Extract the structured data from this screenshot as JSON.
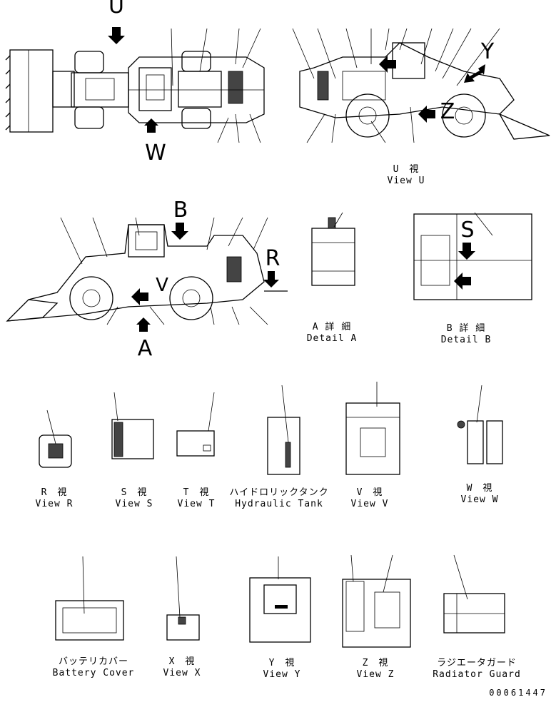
{
  "big_letters": [
    "U",
    "W",
    "B",
    "V",
    "R",
    "A",
    "S",
    "Y",
    "Z"
  ],
  "views": {
    "view_u": {
      "jp": "U　視",
      "en": "View U"
    },
    "detail_a": {
      "jp": "A 詳 細",
      "en": "Detail A"
    },
    "detail_b": {
      "jp": "B 詳 細",
      "en": "Detail B"
    },
    "view_r": {
      "jp": "R　視",
      "en": "View R"
    },
    "view_s": {
      "jp": "S　視",
      "en": "View S"
    },
    "view_t": {
      "jp": "T　視",
      "en": "View T"
    },
    "hydraulic_tank": {
      "jp": "ハイドロリックタンク",
      "en": "Hydraulic Tank"
    },
    "view_v": {
      "jp": "V　視",
      "en": "View V"
    },
    "view_w": {
      "jp": "W　視",
      "en": "View W"
    },
    "battery_cover": {
      "jp": "バッテリカバー",
      "en": "Battery Cover"
    },
    "view_x": {
      "jp": "X　視",
      "en": "View X"
    },
    "view_y": {
      "jp": "Y　視",
      "en": "View Y"
    },
    "view_z": {
      "jp": "Z　視",
      "en": "View Z"
    },
    "radiator_guard": {
      "jp": "ラジエータガード",
      "en": "Radiator Guard"
    }
  },
  "drawing_number": "00061447"
}
